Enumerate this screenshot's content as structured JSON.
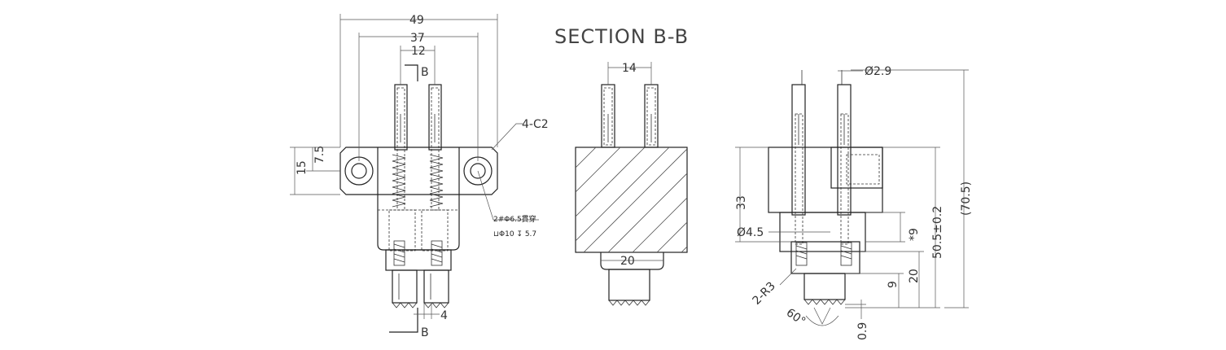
{
  "section_title": "SECTION B-B",
  "front_view": {
    "dim_overall": "49",
    "dim_hole_spacing": "37",
    "dim_pin_spacing": "12",
    "section_marker": "B",
    "dim_height": "15",
    "dim_half_height": "7.5",
    "chamfer_note": "4-C2",
    "hole_note_line1": "2#Φ6.5貫穿",
    "hole_note_line2": "⊔Φ10 ↧ 5.7",
    "dim_pin_width": "4"
  },
  "section_view": {
    "dim_pin_spacing": "14",
    "dim_base_width": "20"
  },
  "side_view": {
    "dim_pin_diameter": "Ø2.9",
    "dim_body_height": "33",
    "dim_bore": "Ø4.5",
    "dim_step": "*9",
    "dim_total": "50.5±0.2",
    "dim_reference": "(70.5)",
    "dim_lower": "20",
    "dim_lower_small": "9",
    "dim_radius": "2-R3",
    "dim_angle": "60°",
    "dim_tip": "0.9"
  }
}
